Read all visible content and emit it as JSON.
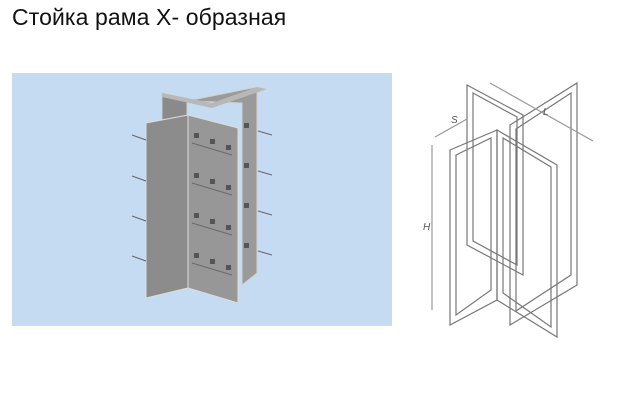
{
  "page": {
    "title": "Стойка рама X- образная"
  },
  "images": {
    "render": {
      "background_color": "#c4dbf1",
      "panel_color": "#8f8f8f"
    },
    "drawing": {
      "dim_labels": {
        "height": "H",
        "depth": "S",
        "length": "L"
      }
    }
  }
}
